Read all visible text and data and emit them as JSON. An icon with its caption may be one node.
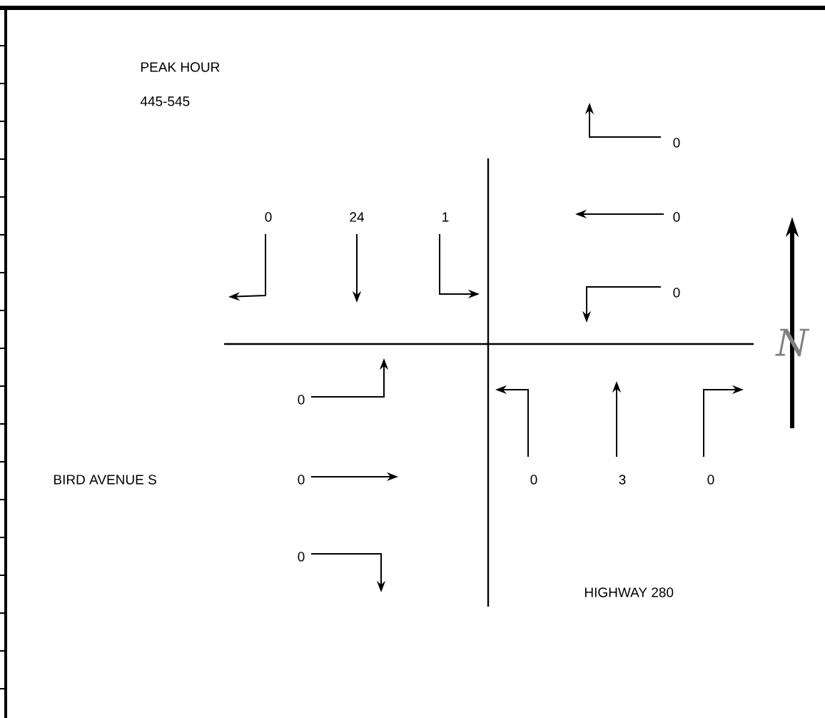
{
  "diagram": {
    "labels": [
      "PEAK HOUR",
      "445-545",
      "0",
      "0",
      "24",
      "1",
      "0",
      "0",
      "N",
      "0",
      "BIRD AVENUE S",
      "0",
      "0",
      "3",
      "0",
      "0",
      "HIGHWAY 280"
    ]
  }
}
